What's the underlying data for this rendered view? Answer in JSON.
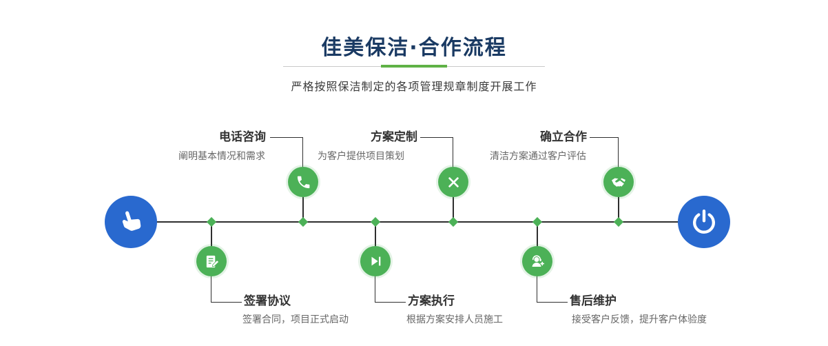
{
  "header": {
    "title": "佳美保洁·合作流程",
    "subtitle": "严格按照保洁制定的各项管理规章制度开展工作"
  },
  "flow": {
    "start_icon": "pointer-hand-icon",
    "end_icon": "power-icon"
  },
  "steps_top": [
    {
      "label": "电话咨询",
      "desc": "阐明基本情况和需求",
      "icon": "phone-icon"
    },
    {
      "label": "方案定制",
      "desc": "为客户提供项目策划",
      "icon": "design-tools-icon"
    },
    {
      "label": "确立合作",
      "desc": "清洁方案通过客户评估",
      "icon": "handshake-icon"
    }
  ],
  "steps_bottom": [
    {
      "label": "签署协议",
      "desc": "签署合同，项目正式启动",
      "icon": "contract-icon"
    },
    {
      "label": "方案执行",
      "desc": "根据方案安排人员施工",
      "icon": "play-icon"
    },
    {
      "label": "售后维护",
      "desc": "接受客户反馈，提升客户体验度",
      "icon": "headset-icon"
    }
  ],
  "colors": {
    "accent_green": "#4cb157",
    "accent_blue": "#2969cf",
    "title_navy": "#1a3a63",
    "line": "#2e2e2e"
  }
}
